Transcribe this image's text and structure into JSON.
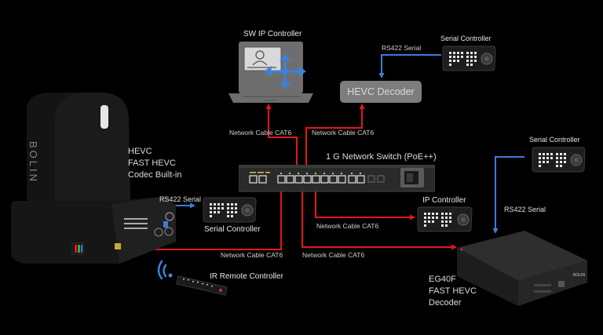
{
  "diagram": {
    "title": "Bolin FAST HEVC system diagram",
    "colors": {
      "background": "#000000",
      "network_cable": "#e8141c",
      "serial_cable": "#3d7bd8",
      "decoder_box": "#7d7d7d"
    },
    "nodes": {
      "sw_ip_controller": {
        "label": "SW IP Controller"
      },
      "hevc_decoder": {
        "label": "HEVC Decoder"
      },
      "serial_controller_top": {
        "label": "Serial Controller"
      },
      "network_switch": {
        "label": "1 G Network Switch (PoE++)"
      },
      "camera": {
        "lines": [
          "HEVC",
          "FAST HEVC",
          "Codec Built-in"
        ],
        "brand": "BOLIN"
      },
      "serial_controller_camera": {
        "label": "Serial Controller"
      },
      "ip_controller": {
        "label": "IP Controller"
      },
      "serial_controller_right": {
        "label": "Serial Controller"
      },
      "ir_remote": {
        "label": "IR Remote Controller"
      },
      "eg40f_decoder": {
        "lines": [
          "EG40F",
          "FAST HEVC",
          "Decoder"
        ]
      }
    },
    "connections": {
      "rs422_top": "RS422 Serial",
      "rs422_camera": "RS422 Serial",
      "rs422_right": "RS422 Serial",
      "cat6_laptop": "Network Cable CAT6",
      "cat6_hevc_decoder": "Network Cable CAT6",
      "cat6_ip_controller": "Network Cable CAT6",
      "cat6_camera": "Network Cable CAT6",
      "cat6_eg40f": "Network Cable CAT6"
    }
  }
}
